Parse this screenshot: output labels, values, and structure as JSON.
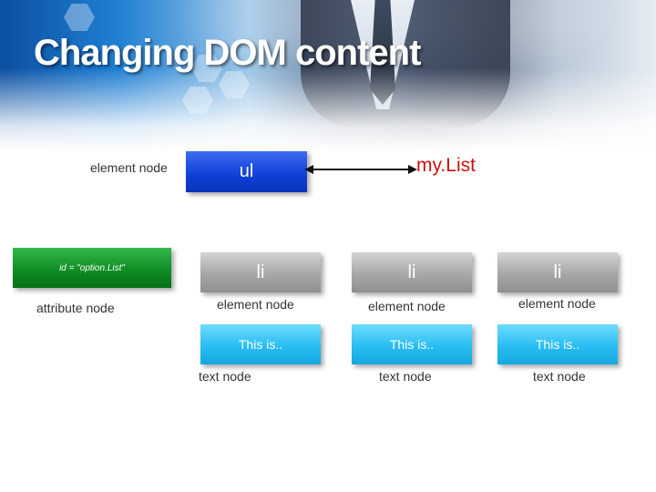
{
  "title": "Changing DOM content",
  "labels": {
    "element_node_left": "element node",
    "attribute_node": "attribute node",
    "my_list": "my.List",
    "li_element_nodes": [
      "element node",
      "element node",
      "element node"
    ],
    "text_nodes": [
      "text node",
      "text node",
      "text node"
    ]
  },
  "nodes": {
    "ul": "ul",
    "attribute": "id = \"option.List\"",
    "li": [
      "li",
      "li",
      "li"
    ],
    "text": [
      "This is..",
      "This is..",
      "This is.."
    ]
  },
  "colors": {
    "ul_fill": "#1f4fe0",
    "attribute_fill": "#0d8a22",
    "li_fill": "#a7a7a7",
    "text_fill": "#28bdf2",
    "my_list_text": "#cc1111"
  }
}
